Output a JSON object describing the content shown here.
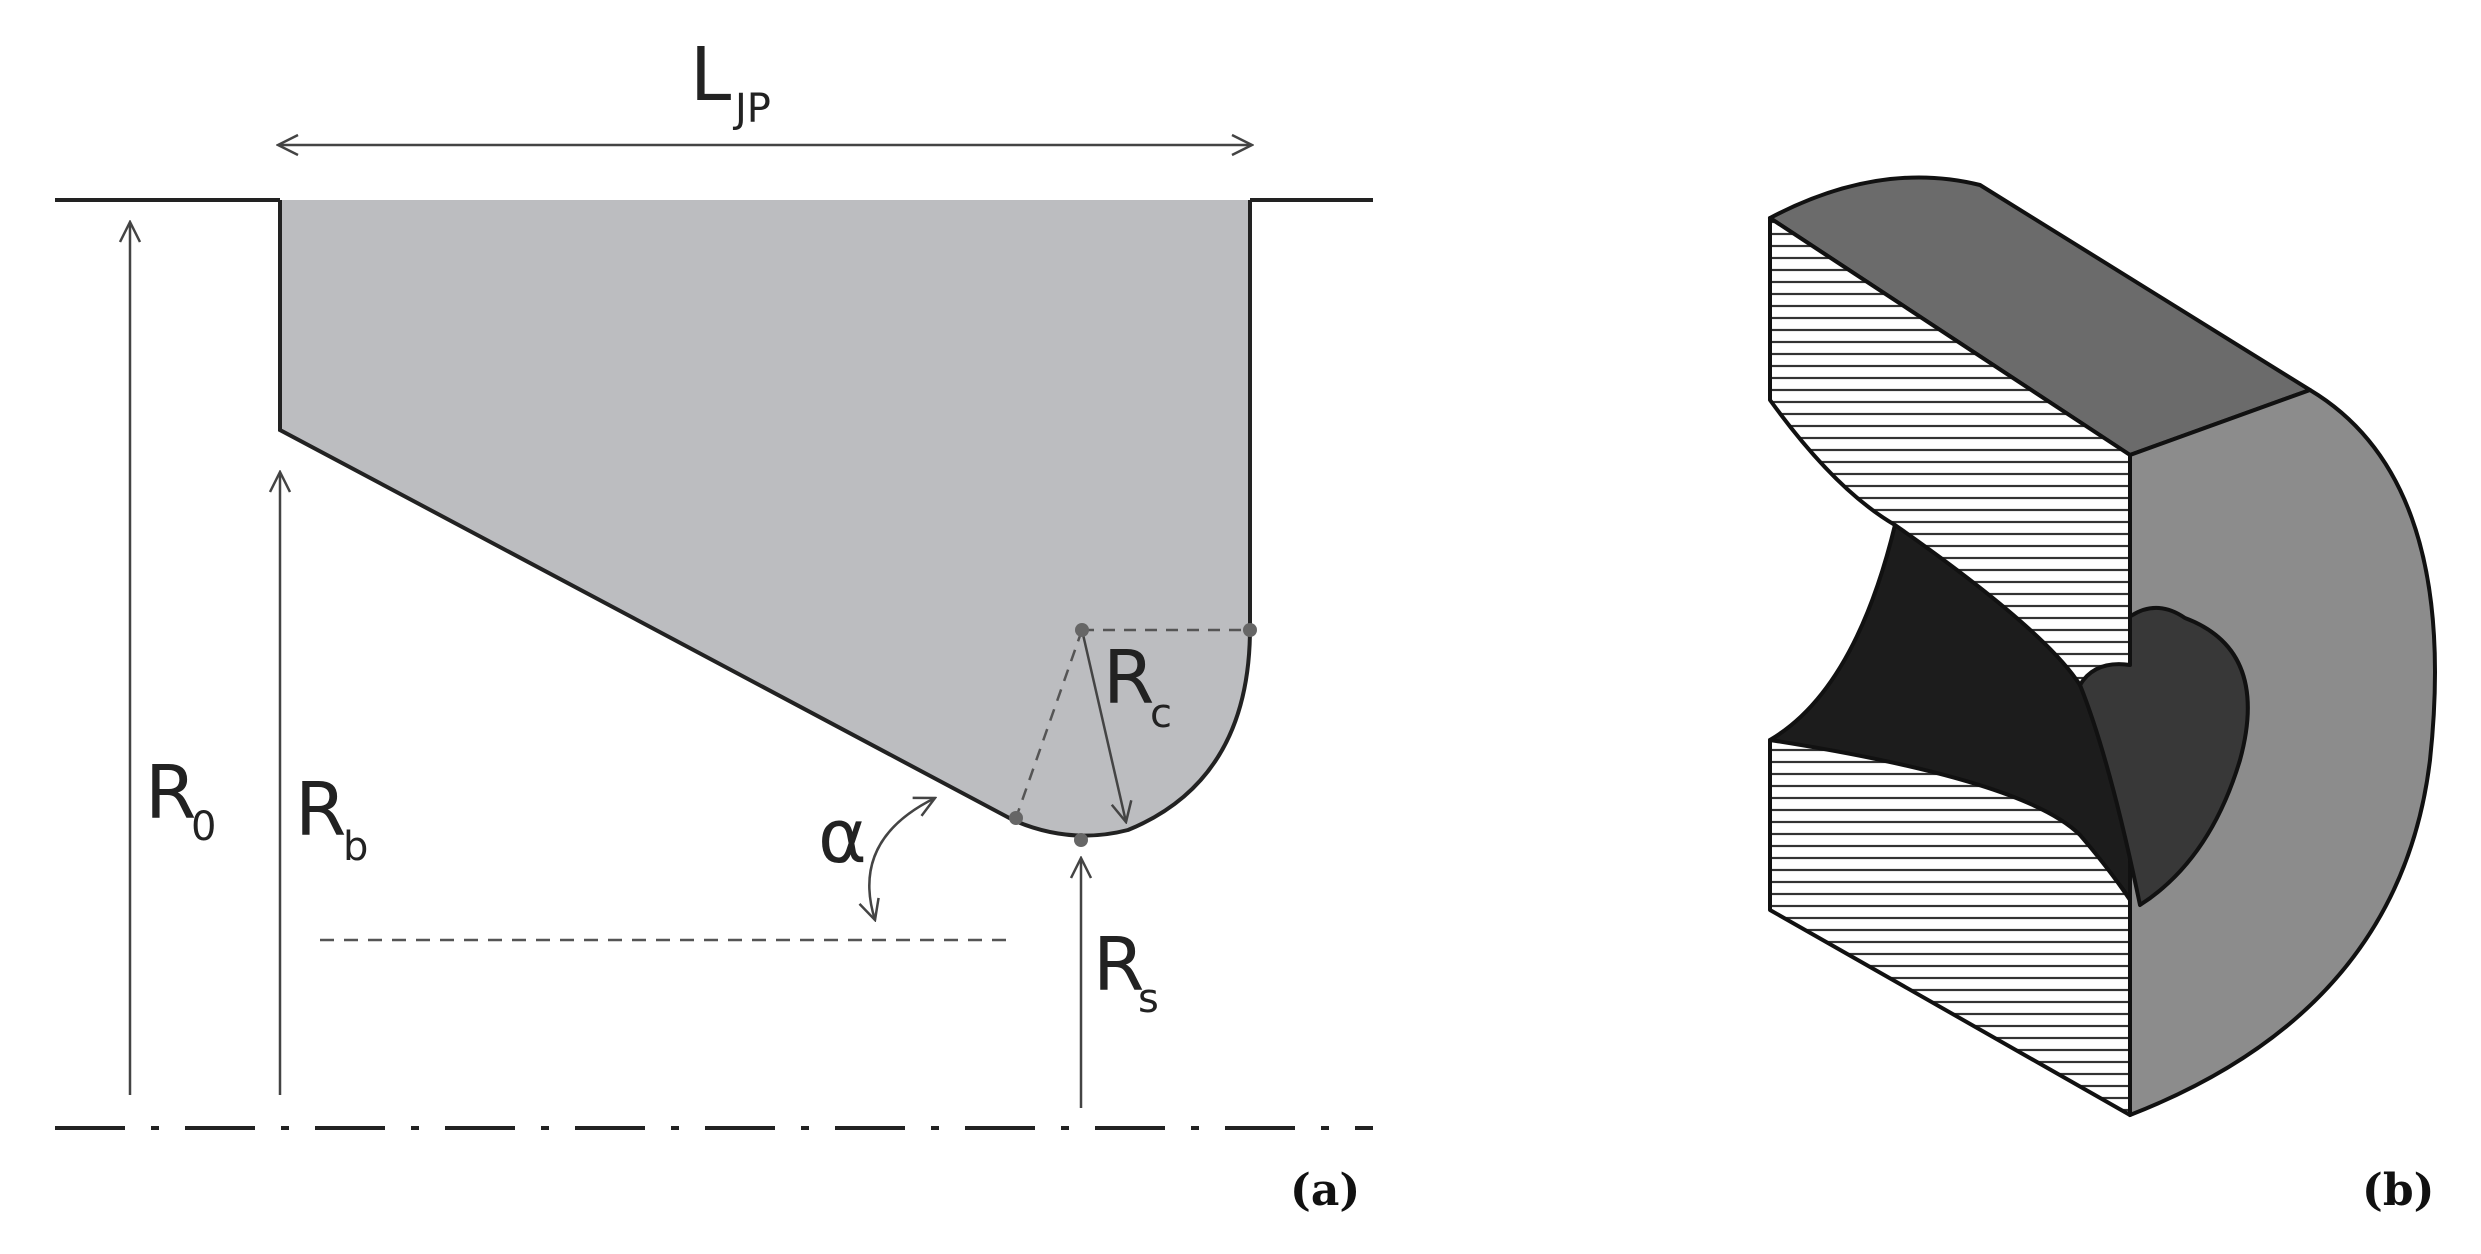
{
  "panels": [
    {
      "id": "a",
      "label": "(a)"
    },
    {
      "id": "b",
      "label": "(b)"
    }
  ],
  "symbols": {
    "length": {
      "main": "L",
      "sub": "JP"
    },
    "outer_radius": {
      "main": "R",
      "sub": "0"
    },
    "base_radius": {
      "main": "R",
      "sub": "b"
    },
    "corner_radius": {
      "main": "R",
      "sub": "c"
    },
    "throat_radius": {
      "main": "R",
      "sub": "s"
    },
    "angle": "α"
  },
  "colors": {
    "profile_fill": "#bcbdc0",
    "outline": "#222222",
    "guide": "#555555",
    "dot": "#666666",
    "top_face": "#6b6b6b",
    "outer_face": "#8c8c8c",
    "bore": "#1c1c1c",
    "throat": "#383838",
    "hatch_bg": "#ffffff",
    "hatch_line": "#333333"
  }
}
